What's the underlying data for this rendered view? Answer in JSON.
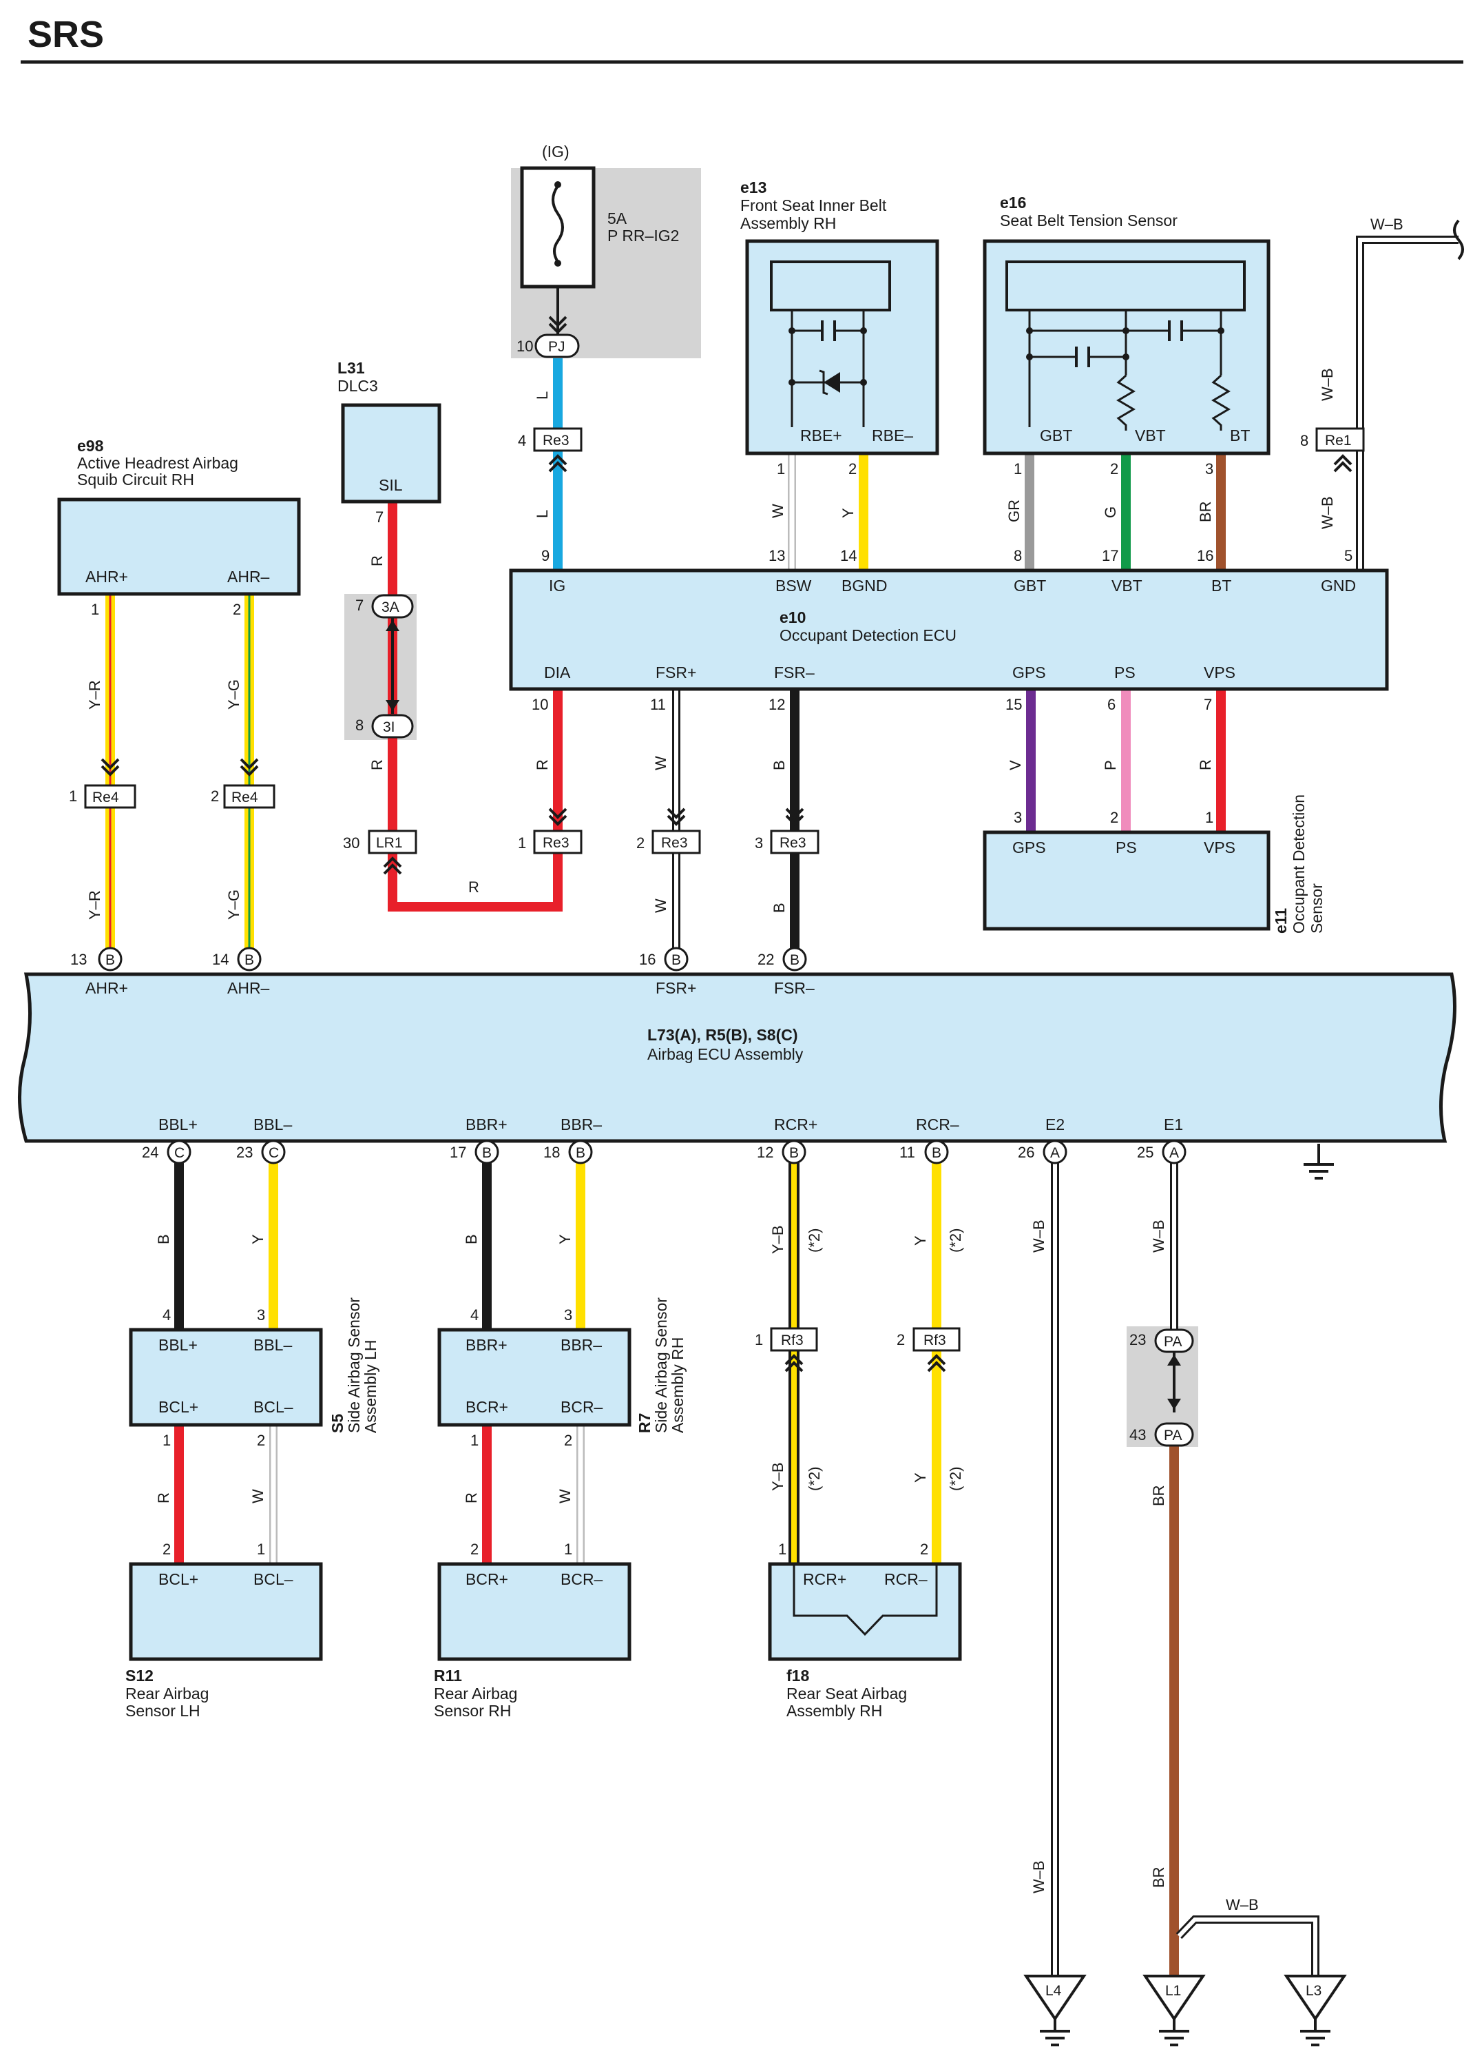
{
  "title": "SRS",
  "power": {
    "ig_label": "(IG)",
    "fuse_amp": "5A",
    "fuse_name": "P RR–IG2",
    "pj_pin": "10",
    "pj_code": "PJ"
  },
  "components": {
    "e98": {
      "code": "e98",
      "name1": "Active Headrest Airbag",
      "name2": "Squib Circuit RH",
      "t1": "AHR+",
      "t2": "AHR–",
      "p1": "1",
      "p2": "2"
    },
    "l31": {
      "code": "L31",
      "name": "DLC3",
      "t1": "SIL",
      "p1": "7"
    },
    "e13": {
      "code": "e13",
      "name1": "Front Seat Inner Belt",
      "name2": "Assembly RH",
      "t1": "RBE+",
      "t2": "RBE–",
      "p1": "1",
      "p2": "2"
    },
    "e16": {
      "code": "e16",
      "name": "Seat Belt Tension Sensor",
      "t1": "GBT",
      "t2": "VBT",
      "t3": "BT",
      "p1": "1",
      "p2": "2",
      "p3": "3"
    },
    "e10": {
      "code": "e10",
      "name": "Occupant Detection ECU",
      "top": [
        "IG",
        "BSW",
        "BGND",
        "GBT",
        "VBT",
        "BT",
        "GND"
      ],
      "top_pins": [
        "9",
        "13",
        "14",
        "8",
        "17",
        "16",
        "5"
      ],
      "bottom": [
        "DIA",
        "FSR+",
        "FSR–",
        "GPS",
        "PS",
        "VPS"
      ],
      "bottom_pins": [
        "10",
        "11",
        "12",
        "15",
        "6",
        "7"
      ]
    },
    "e11": {
      "code": "e11",
      "name1": "Occupant Detection",
      "name2": "Sensor",
      "t1": "GPS",
      "t2": "PS",
      "t3": "VPS",
      "p1": "3",
      "p2": "2",
      "p3": "1"
    },
    "airbag": {
      "code": "L73(A), R5(B), S8(C)",
      "name": "Airbag ECU Assembly",
      "top": [
        "AHR+",
        "AHR–",
        "FSR+",
        "FSR–"
      ],
      "top_pins": [
        "13",
        "14",
        "16",
        "22"
      ],
      "top_conn": [
        "B",
        "B",
        "B",
        "B"
      ],
      "bottom": [
        "BBL+",
        "BBL–",
        "BBR+",
        "BBR–",
        "RCR+",
        "RCR–",
        "E2",
        "E1"
      ],
      "bottom_pins": [
        "24",
        "23",
        "17",
        "18",
        "12",
        "11",
        "26",
        "25"
      ],
      "bottom_conn": [
        "C",
        "C",
        "B",
        "B",
        "B",
        "B",
        "A",
        "A"
      ]
    },
    "s5": {
      "code": "S5",
      "name1": "Side Airbag Sensor",
      "name2": "Assembly LH",
      "t1": "BBL+",
      "t2": "BBL–",
      "t3": "BCL+",
      "t4": "BCL–",
      "p1": "4",
      "p2": "3",
      "p3": "1",
      "p4": "2"
    },
    "r7": {
      "code": "R7",
      "name1": "Side Airbag Sensor",
      "name2": "Assembly RH",
      "t1": "BBR+",
      "t2": "BBR–",
      "t3": "BCR+",
      "t4": "BCR–",
      "p1": "4",
      "p2": "3",
      "p3": "1",
      "p4": "2"
    },
    "s12": {
      "code": "S12",
      "name1": "Rear Airbag",
      "name2": "Sensor LH",
      "t1": "BCL+",
      "t2": "BCL–",
      "p1": "2",
      "p2": "1"
    },
    "r11": {
      "code": "R11",
      "name1": "Rear Airbag",
      "name2": "Sensor RH",
      "t1": "BCR+",
      "t2": "BCR–",
      "p1": "2",
      "p2": "1"
    },
    "f18": {
      "code": "f18",
      "name1": "Rear Seat Airbag",
      "name2": "Assembly RH",
      "t1": "RCR+",
      "t2": "RCR–",
      "p1": "1",
      "p2": "2"
    }
  },
  "connectors": {
    "re4_1": {
      "pin": "1",
      "code": "Re4"
    },
    "re4_2": {
      "pin": "2",
      "code": "Re4"
    },
    "re3_4": {
      "pin": "4",
      "code": "Re3"
    },
    "re3_1": {
      "pin": "1",
      "code": "Re3"
    },
    "re3_2": {
      "pin": "2",
      "code": "Re3"
    },
    "re3_3": {
      "pin": "3",
      "code": "Re3"
    },
    "re1_8": {
      "pin": "8",
      "code": "Re1"
    },
    "lr1_30": {
      "pin": "30",
      "code": "LR1"
    },
    "j3a": {
      "pin": "7",
      "code": "3A"
    },
    "j3i": {
      "pin": "8",
      "code": "3I"
    },
    "rf3_1": {
      "pin": "1",
      "code": "Rf3"
    },
    "rf3_2": {
      "pin": "2",
      "code": "Rf3"
    },
    "pa_23": {
      "pin": "23",
      "code": "PA"
    },
    "pa_43": {
      "pin": "43",
      "code": "PA"
    }
  },
  "wires": {
    "yr": "Y–R",
    "yg": "Y–G",
    "r": "R",
    "l": "L",
    "w": "W",
    "y": "Y",
    "b": "B",
    "gr": "GR",
    "g": "G",
    "br": "BR",
    "wb": "W–B",
    "v": "V",
    "p": "P",
    "yb": "Y–B",
    "note2": "(*2)"
  },
  "grounds": [
    "L4",
    "L1",
    "L3"
  ],
  "colors": {
    "box_fill": "#cde9f7",
    "red": "#e8202a",
    "yellow": "#ffe000",
    "blue": "#18a8e0",
    "green": "#119a49",
    "gray": "#9a9a9a",
    "brown": "#a0522d",
    "purple": "#6c2c91",
    "pink": "#f08cbc",
    "black": "#1a1a1a",
    "shade": "#d4d4d4"
  }
}
